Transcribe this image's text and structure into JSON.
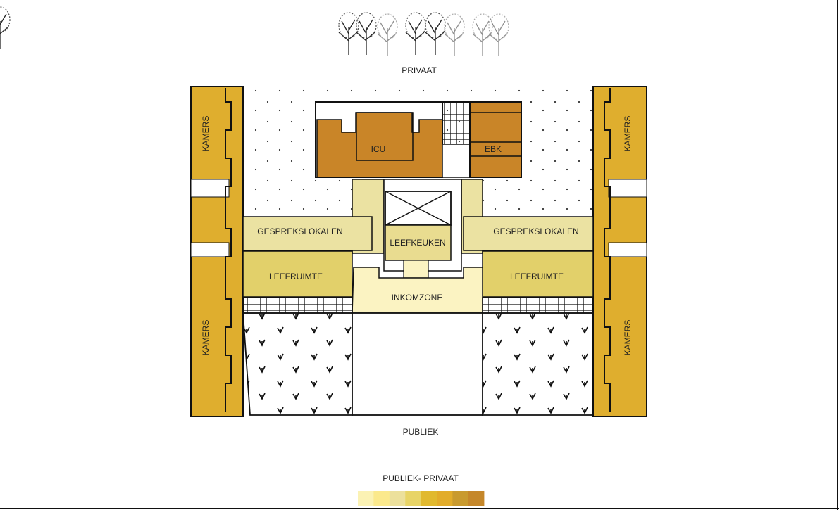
{
  "labels": {
    "top": "PRIVAAT",
    "bottom": "PUBLIEK",
    "icu": "ICU",
    "ebk": "EBK",
    "gespreks_left": "GESPREKSLOKALEN",
    "gespreks_right": "GESPREKSLOKALEN",
    "leefkeuken": "LEEFKEUKEN",
    "leefruimte_left": "LEEFRUIMTE",
    "leefruimte_right": "LEEFRUIMTE",
    "inkomzone": "INKOMZONE",
    "kamers_tl": "KAMERS",
    "kamers_bl": "KAMERS",
    "kamers_tr": "KAMERS",
    "kamers_br": "KAMERS"
  },
  "legend": {
    "title": "PUBLIEK- PRIVAAT",
    "colors": [
      "#fbf2b4",
      "#fbe98c",
      "#ece09c",
      "#e8d466",
      "#e1b92e",
      "#e2ac2a",
      "#c99a2e",
      "#c5872a"
    ]
  },
  "colors": {
    "kamers": "#dfae2e",
    "care": "#c98528",
    "corridor": "#ebe2a2",
    "leefruimte": "#e2d06a",
    "leefkeuken": "#e9dc90",
    "inkomzone": "#fbf3c2"
  }
}
